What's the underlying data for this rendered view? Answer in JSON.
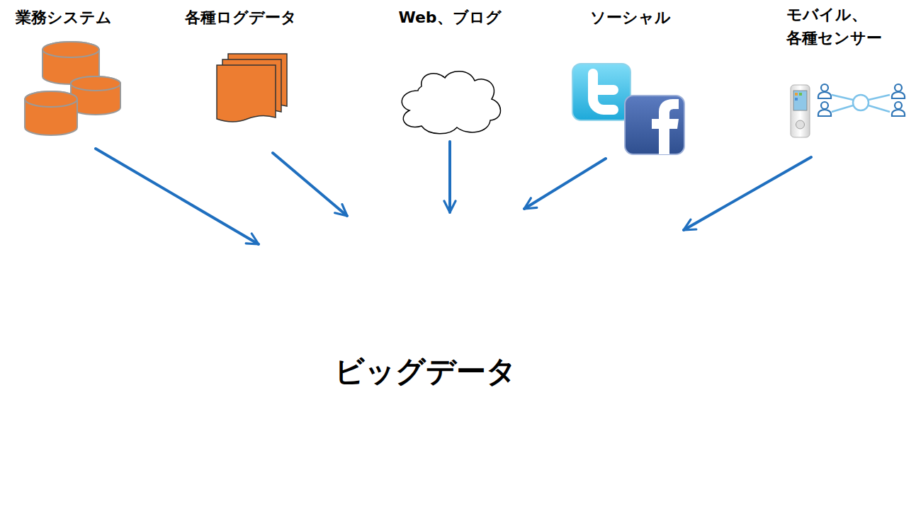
{
  "diagram": {
    "nodes": [
      {
        "text": [
          "業務システム"
        ]
      },
      {
        "text": [
          "各種ログデータ"
        ]
      },
      {
        "text": [
          "Web、ブログ"
        ]
      },
      {
        "text": [
          "ソーシャル"
        ]
      },
      {
        "text": [
          "モバイル、 各種センサー"
        ]
      },
      {
        "text": [
          "ビッグデータ"
        ]
      }
    ],
    "edges": [
      {
        "from": 0,
        "to": 5,
        "arrow": "to"
      },
      {
        "from": 1,
        "to": 5,
        "arrow": "to"
      },
      {
        "from": 2,
        "to": 5,
        "arrow": "to"
      },
      {
        "from": 3,
        "to": 5,
        "arrow": "to"
      },
      {
        "from": 4,
        "to": 5,
        "arrow": "to"
      }
    ]
  }
}
